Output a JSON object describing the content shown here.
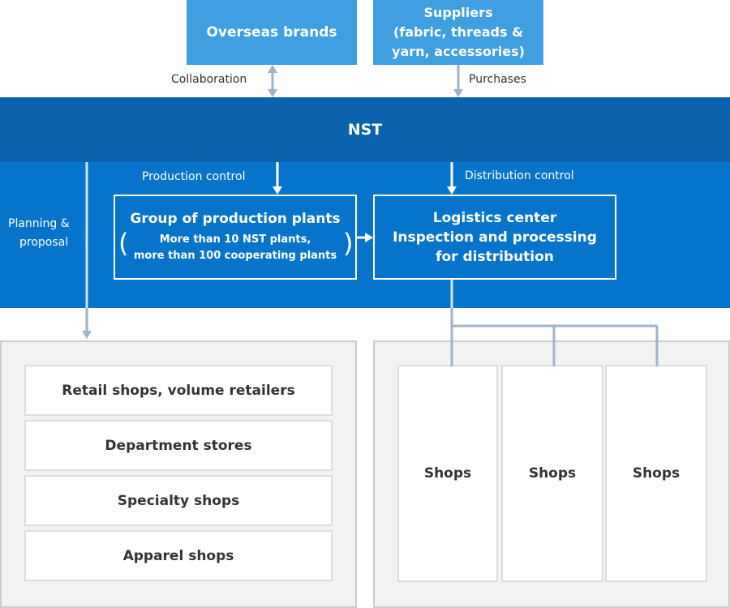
{
  "top": {
    "overseas_brands": "Overseas brands",
    "suppliers_lines": [
      "Suppliers",
      "(fabric, threads &",
      "yarn, accessories)"
    ]
  },
  "labels": {
    "collaboration": "Collaboration",
    "purchases": "Purchases",
    "production_control": "Production control",
    "distribution_control": "Distribution control",
    "planning_lines": [
      "Planning &",
      "proposal"
    ]
  },
  "nst": "NST",
  "plants": {
    "title": "Group of production plants",
    "sub_lines": [
      "More than 10 NST plants,",
      "more than 100 cooperating plants"
    ],
    "paren_left": "(",
    "paren_right": ")"
  },
  "logistics_lines": [
    "Logistics center",
    "Inspection and processing",
    "for distribution"
  ],
  "outlets": [
    "Retail shops, volume retailers",
    "Department stores",
    "Specialty shops",
    "Apparel shops"
  ],
  "shops": [
    "Shops",
    "Shops",
    "Shops"
  ],
  "colors": {
    "top_box": "#3f9fe0",
    "nst_band": "#0b62ad",
    "blue_area": "#0774cc",
    "connector": "#9fb3c8"
  }
}
